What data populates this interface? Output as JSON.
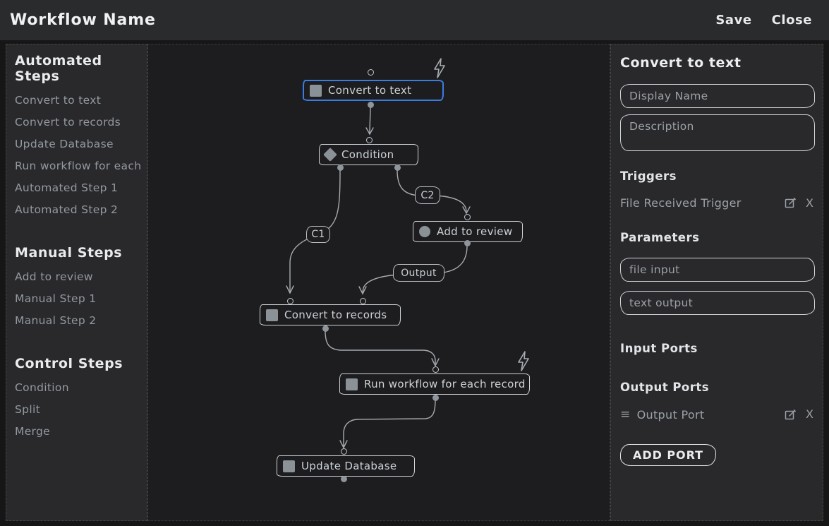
{
  "app": {
    "title": "Workflow Name",
    "save_label": "Save",
    "close_label": "Close"
  },
  "sidebar": {
    "sections": [
      {
        "title": "Automated Steps",
        "items": [
          "Convert to text",
          "Convert to records",
          "Update Database",
          "Run workflow for each",
          "Automated Step 1",
          "Automated Step 2"
        ]
      },
      {
        "title": "Manual Steps",
        "items": [
          "Add to review",
          "Manual Step 1",
          "Manual Step 2"
        ]
      },
      {
        "title": "Control Steps",
        "items": [
          "Condition",
          "Split",
          "Merge"
        ]
      }
    ]
  },
  "canvas": {
    "nodes": [
      {
        "label": "Convert to text",
        "icon": "square-icon",
        "selected": true,
        "has_trigger_bolt": true
      },
      {
        "label": "Condition",
        "icon": "diamond-icon"
      },
      {
        "label": "Add to review",
        "icon": "circle-icon"
      },
      {
        "label": "Convert to records",
        "icon": "square-icon"
      },
      {
        "label": "Run workflow for each record",
        "icon": "square-icon",
        "has_trigger_bolt": true
      },
      {
        "label": "Update Database",
        "icon": "square-icon"
      }
    ],
    "edge_labels": {
      "c1": "C1",
      "c2": "C2",
      "output": "Output"
    }
  },
  "inspector": {
    "title": "Convert to text",
    "display_name_placeholder": "Display Name",
    "description_placeholder": "Description",
    "triggers_heading": "Triggers",
    "trigger_name": "File Received Trigger",
    "parameters_heading": "Parameters",
    "parameters": [
      "file input",
      "text output"
    ],
    "input_ports_heading": "Input Ports",
    "output_ports_heading": "Output Ports",
    "output_port_name": "Output Port",
    "add_port_label": "ADD PORT"
  },
  "icons": {
    "close_x": "X",
    "drag_handle": "≡"
  },
  "colors": {
    "selection_blue": "#3a7de0",
    "panel_bg": "#29292b",
    "canvas_bg": "#1d1d1f",
    "accent_text": "#e9ebed",
    "muted_text": "#9aa1a8"
  }
}
